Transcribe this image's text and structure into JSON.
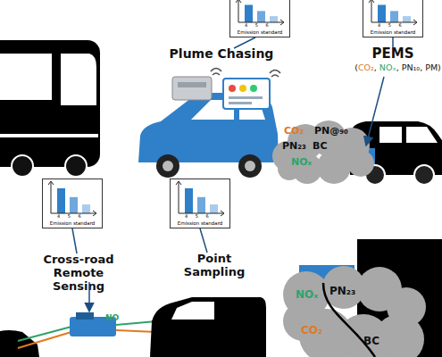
{
  "diagram": {
    "nodes": [
      {
        "text": [
          "4 5 6",
          "Emission standard"
        ]
      },
      {
        "text": [
          "4 5 6",
          "Emission standard"
        ]
      },
      {
        "text": [
          "CO₂",
          "PN@₉₀",
          "PN₂₃",
          "BC",
          "NOₓ"
        ]
      },
      {
        "text": [
          "4 5 6",
          "Emission standard"
        ]
      },
      {
        "text": [
          "4 5 6",
          "Emission standard"
        ]
      },
      {
        "text": [
          "NOₓ",
          "PN₂₃",
          "CO₂",
          "BC"
        ]
      }
    ],
    "labels": [
      "Plume Chasing",
      "PEMS",
      "(CO₂, NOₓ, PN₁₀, PM)",
      "Cross-road Remote Sensing",
      "Point Sampling",
      "NO"
    ]
  }
}
